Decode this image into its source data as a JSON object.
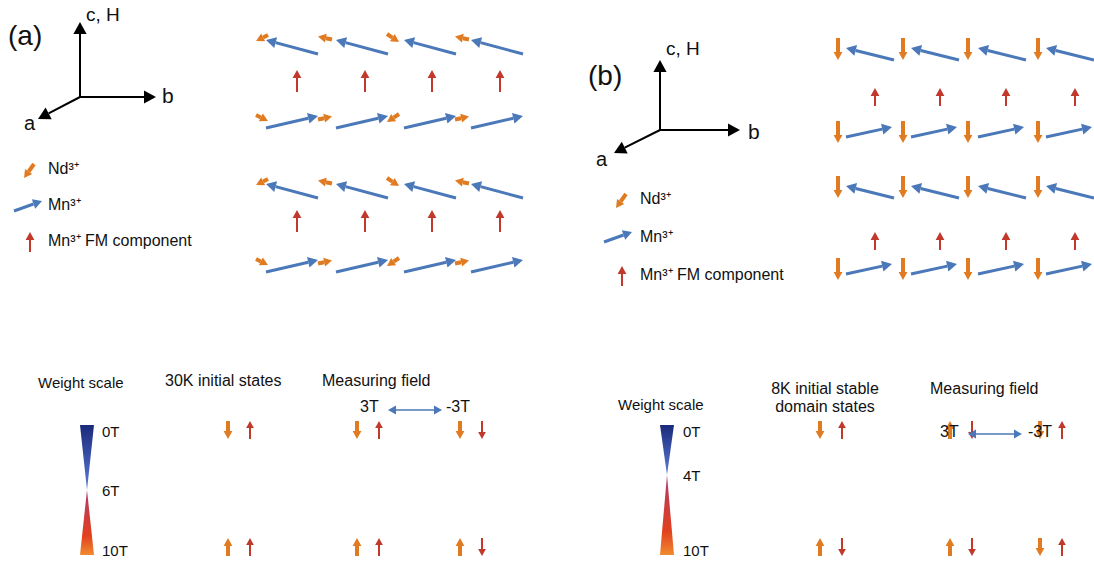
{
  "diagram": {
    "labels": [
      "(a)",
      "c, H",
      "a",
      "b",
      "Weight scale",
      "30K initial states",
      "Measuring field",
      "3T",
      "-3T",
      "0T",
      "6T",
      "10T",
      "(b)",
      "c, H",
      "a",
      "b",
      "Weight scale",
      "8K initial stable domain states",
      "Measuring field",
      "3T",
      "-3T",
      "0T",
      "4T",
      "10T"
    ],
    "legend": [
      {
        "text": "Nd³⁺"
      },
      {
        "text": "Mn³⁺"
      },
      {
        "text": "Mn³⁺ FM component"
      },
      {
        "text": "Nd³⁺"
      },
      {
        "text": "Mn³⁺"
      },
      {
        "text": "Mn³⁺ FM component"
      }
    ]
  }
}
